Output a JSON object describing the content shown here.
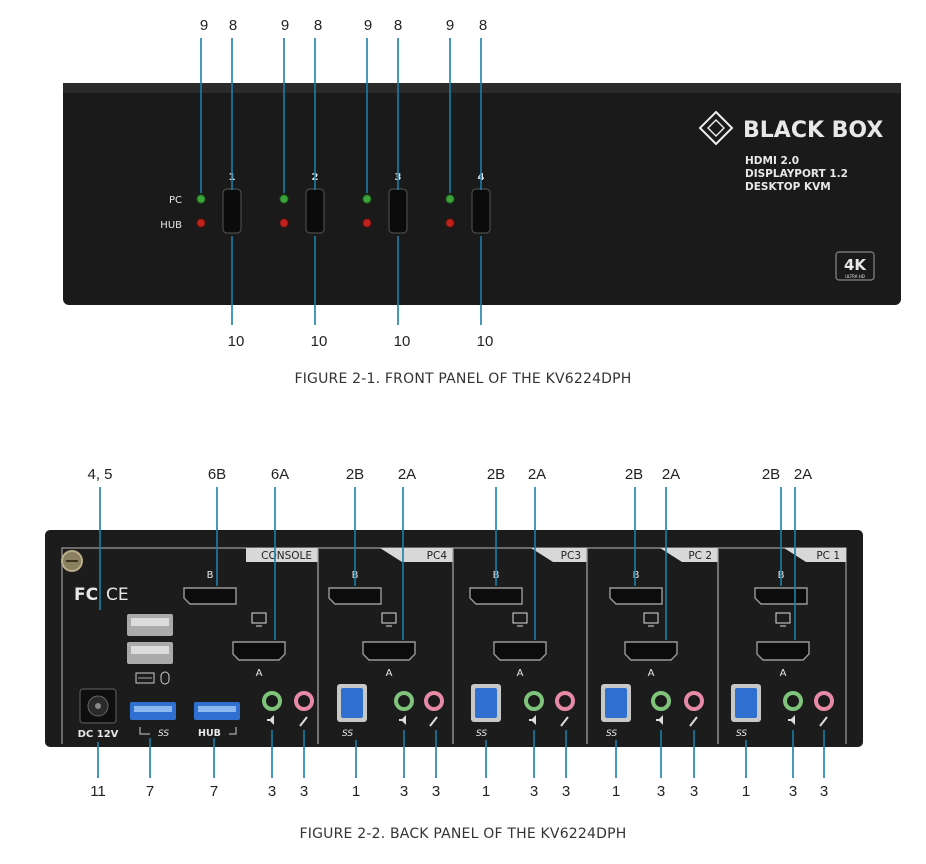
{
  "front_panel": {
    "caption": "FIGURE 2-1. FRONT PANEL OF THE KV6224DPH",
    "brand": "BLACK BOX",
    "spec_lines": [
      "HDMI 2.0",
      "DISPLAYPORT 1.2",
      "DESKTOP KVM"
    ],
    "badge_main": "4K",
    "badge_sub": "ULTRA HD",
    "led_label_pc": "PC",
    "led_label_hub": "HUB",
    "buttons": [
      "1",
      "2",
      "3",
      "4"
    ],
    "callouts_top": [
      "9",
      "8",
      "9",
      "8",
      "9",
      "8",
      "9",
      "8"
    ],
    "callouts_bottom": [
      "10",
      "10",
      "10",
      "10"
    ]
  },
  "back_panel": {
    "caption": "FIGURE 2-2. BACK PANEL OF THE KV6224DPH",
    "sections": [
      "CONSOLE",
      "PC4",
      "PC3",
      "PC 2",
      "PC 1"
    ],
    "port_b": "B",
    "port_a": "A",
    "usb_logo": "SS",
    "fcc_mark": "FC",
    "ce_mark": "CE",
    "power_label": "DC 12V",
    "hub_label": "HUB",
    "callouts_top": [
      "4, 5",
      "6B",
      "6A",
      "2B",
      "2A",
      "2B",
      "2A",
      "2B",
      "2A",
      "2B",
      "2A"
    ],
    "callouts_bottom": [
      "11",
      "7",
      "7",
      "3",
      "3",
      "1",
      "3",
      "3",
      "1",
      "3",
      "3",
      "1",
      "3",
      "3",
      "1",
      "3",
      "3"
    ]
  },
  "colors": {
    "chassis": "#1c1c1c",
    "leader": "#1a7fa8",
    "led_green": "#3aa33a",
    "led_red": "#c0231e",
    "usb_blue": "#2f6fd0",
    "audio_green": "#7fc47a",
    "audio_pink": "#e68aa6"
  }
}
